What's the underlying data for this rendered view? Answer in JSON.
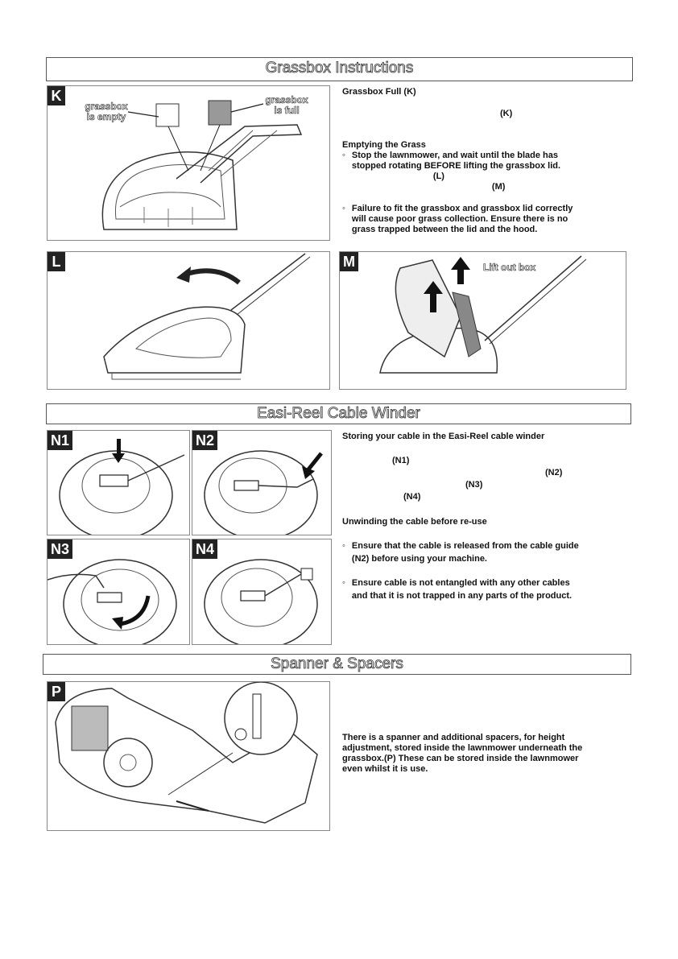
{
  "sections": {
    "grassbox": {
      "title": "Grassbox Instructions"
    },
    "cable": {
      "title": "Easi-Reel Cable Winder"
    },
    "spanner": {
      "title": "Spanner & Spacers"
    }
  },
  "panels": {
    "K": {
      "tag": "K",
      "label_empty": [
        "grassbox",
        "is empty"
      ],
      "label_full": [
        "grassbox",
        "is full"
      ]
    },
    "L": {
      "tag": "L"
    },
    "M": {
      "tag": "M",
      "label": "Lift out box"
    },
    "N1": {
      "tag": "N1"
    },
    "N2": {
      "tag": "N2"
    },
    "N3": {
      "tag": "N3"
    },
    "N4": {
      "tag": "N4"
    },
    "P": {
      "tag": "P"
    }
  },
  "grassbox_text": {
    "full_heading": "Grassbox Full  (K)",
    "full_ref": "(K)",
    "emptying_heading": "Emptying the Grass",
    "bullet1_line1": "Stop the lawnmower, and wait until the blade has",
    "bullet1_line2": "stopped rotating BEFORE lifting the grassbox lid.",
    "ref_L": "(L)",
    "ref_M": "(M)",
    "bullet2_line1": "Failure to fit the grassbox and grassbox lid correctly",
    "bullet2_line2": "will cause poor grass collection.  Ensure there is no",
    "bullet2_line3": "grass trapped between the lid and the hood."
  },
  "cable_text": {
    "storing_heading": "Storing your cable in the Easi-Reel cable winder",
    "ref_N1": "(N1)",
    "ref_N2": "(N2)",
    "ref_N3": "(N3)",
    "ref_N4": "(N4)",
    "unwinding_heading": "Unwinding the cable before re-use",
    "bullet1_line1": "Ensure that the cable is released from the cable guide",
    "bullet1_line2": "(N2) before using your machine.",
    "bullet2_line1": "Ensure cable is not entangled with any other cables",
    "bullet2_line2": "and that it is not trapped in any parts of the product."
  },
  "spanner_text": {
    "line1": "There is a spanner and additional spacers, for height",
    "line2": "adjustment, stored inside the lawnmower underneath the",
    "line3": "grassbox.(P)  These can be stored inside the lawnmower",
    "line4": "even whilst it is use."
  }
}
